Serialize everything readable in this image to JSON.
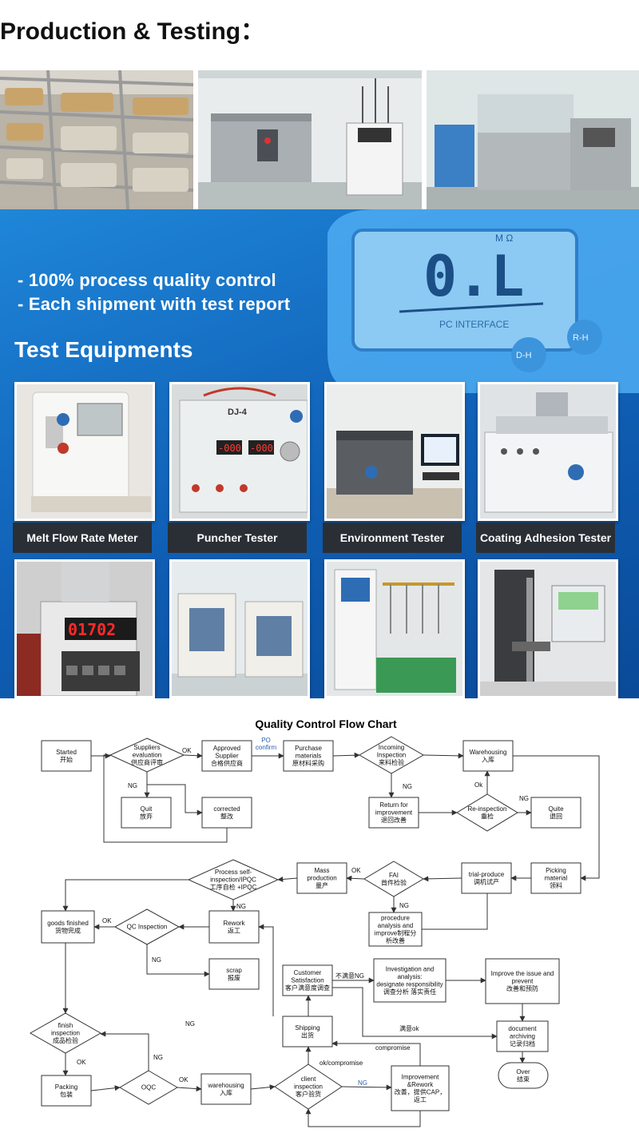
{
  "header": {
    "title": "Production & Testing："
  },
  "banner": {
    "bullets": [
      "- 100% process quality control",
      "- Each shipment with test report"
    ],
    "heading": "Test Equipments",
    "meter": {
      "reading": "0.L",
      "unit": "M Ω",
      "interface": "PC INTERFACE",
      "btn_left": "D-H",
      "btn_right": "R-H"
    },
    "equipment_labels": [
      "Melt Flow Rate Meter",
      "Puncher Tester",
      "Environment Tester",
      "Coating Adhesion Tester"
    ],
    "device_readouts": {
      "melt": "01702",
      "puncher_a": "-000",
      "puncher_b": "-000",
      "puncher_model": "DJ-4"
    }
  },
  "flowchart": {
    "title": "Quality Control Flow Chart",
    "nodes": {
      "started": [
        "Started",
        "开始"
      ],
      "suppliers": [
        "Suppliers",
        "evaluation",
        "供应商评审"
      ],
      "approved": [
        "Approved",
        "Supplier",
        "合格供应商"
      ],
      "purchase": [
        "Purchase",
        "materials",
        "原材料采购"
      ],
      "incoming": [
        "Incoming",
        "Inspection",
        "来料检验"
      ],
      "warehousing1": [
        "Warehousing",
        "入库"
      ],
      "quit": [
        "Quit",
        "放弃"
      ],
      "corrected": [
        "corrected",
        "整改"
      ],
      "return_imp": [
        "Return for",
        "improvement",
        "退回改善"
      ],
      "reinspection": [
        "Re-inspection",
        "重检"
      ],
      "quite": [
        "Quite",
        "退回"
      ],
      "process_self": [
        "Process self-",
        "inspection/IPQC",
        "工序自检 +IPQC"
      ],
      "mass": [
        "Mass",
        "production",
        "量产"
      ],
      "fai": [
        "FAI",
        "首件检验"
      ],
      "trial": [
        "trial-produce",
        "调机试产"
      ],
      "picking": [
        "Picking",
        "material",
        "领料"
      ],
      "goods_finished": [
        "goods finished",
        "货物完成"
      ],
      "qc_inspection": [
        "QC Inspection"
      ],
      "rework": [
        "Rework",
        "返工"
      ],
      "procedure": [
        "procedure",
        "analysis and",
        "improve制程分",
        "析改善"
      ],
      "scrap": [
        "scrap",
        "报废"
      ],
      "customer_sat": [
        "Customer",
        "Satisfaction",
        "客户满意度调查"
      ],
      "investigation": [
        "Investigation and",
        "analysis:",
        "designate responsibility",
        "调查分析 落实责任"
      ],
      "improve_issue": [
        "Improve the issue and",
        "prevent",
        "改善和预防"
      ],
      "finish_insp": [
        "finish",
        "inspection",
        "成品检验"
      ],
      "shipping": [
        "Shipping",
        "出货"
      ],
      "document": [
        "document",
        "archiving",
        "记录归档"
      ],
      "over": [
        "Over",
        "结束"
      ],
      "packing": [
        "Packing",
        "包装"
      ],
      "oqc": [
        "OQC"
      ],
      "warehousing2": [
        "warehousing",
        "入库"
      ],
      "client_insp": [
        "client",
        "inspection",
        "客户验货"
      ],
      "improvement_rework": [
        "Improvement",
        "&Rework",
        "改善，提供CAP，",
        "返工"
      ]
    },
    "edge_labels": {
      "ok": "OK",
      "ng": "NG",
      "ok_lower": "Ok",
      "po_confirm": [
        "PO",
        "confirm"
      ],
      "unsatisfied_ng": "不满意NG",
      "satisfied_ok": "满意ok",
      "compromise": "compromise",
      "ok_compromise": "ok/compromise"
    }
  }
}
